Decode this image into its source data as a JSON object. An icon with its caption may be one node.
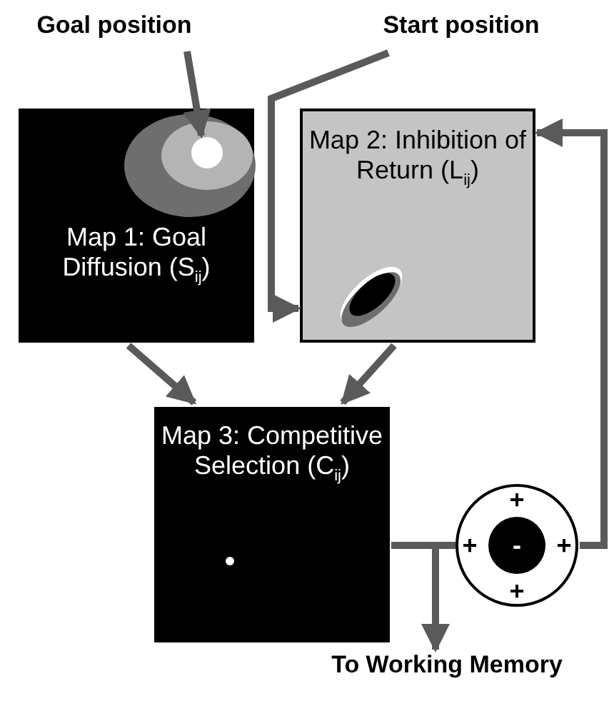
{
  "diagram": {
    "nodes": [
      {
        "text": [
          "Goal position"
        ]
      },
      {
        "text": [
          "Start position"
        ]
      },
      {
        "text": [
          "Map 1: Goal Diffusion (S$_{ij}$)"
        ]
      },
      {
        "text": [],
        "shape": "circle",
        "in": 2
      },
      {
        "text": [
          "Map 2: Inhibition of Return (L$_{ij}$)"
        ]
      },
      {
        "text": [
          "Map 3: Competitive Selection (C$_{ij}$)"
        ]
      },
      {
        "text": [
          "+",
          "+",
          "-",
          "+",
          "+"
        ]
      },
      {
        "text": [
          "To Working Memory"
        ]
      }
    ],
    "edges": [
      {
        "from": 0,
        "to": 3,
        "arrow": "to"
      },
      {
        "from": 1,
        "to": 4,
        "arrow": "to"
      },
      {
        "from": 2,
        "to": 5,
        "arrow": "to"
      },
      {
        "from": 4,
        "to": 5,
        "arrow": "to"
      },
      {
        "from": 5,
        "to": 6,
        "arrow": "none"
      },
      {
        "from": 6,
        "to": 4,
        "arrow": "to"
      },
      {
        "from": 5,
        "to": 7,
        "arrow": "to"
      }
    ]
  }
}
